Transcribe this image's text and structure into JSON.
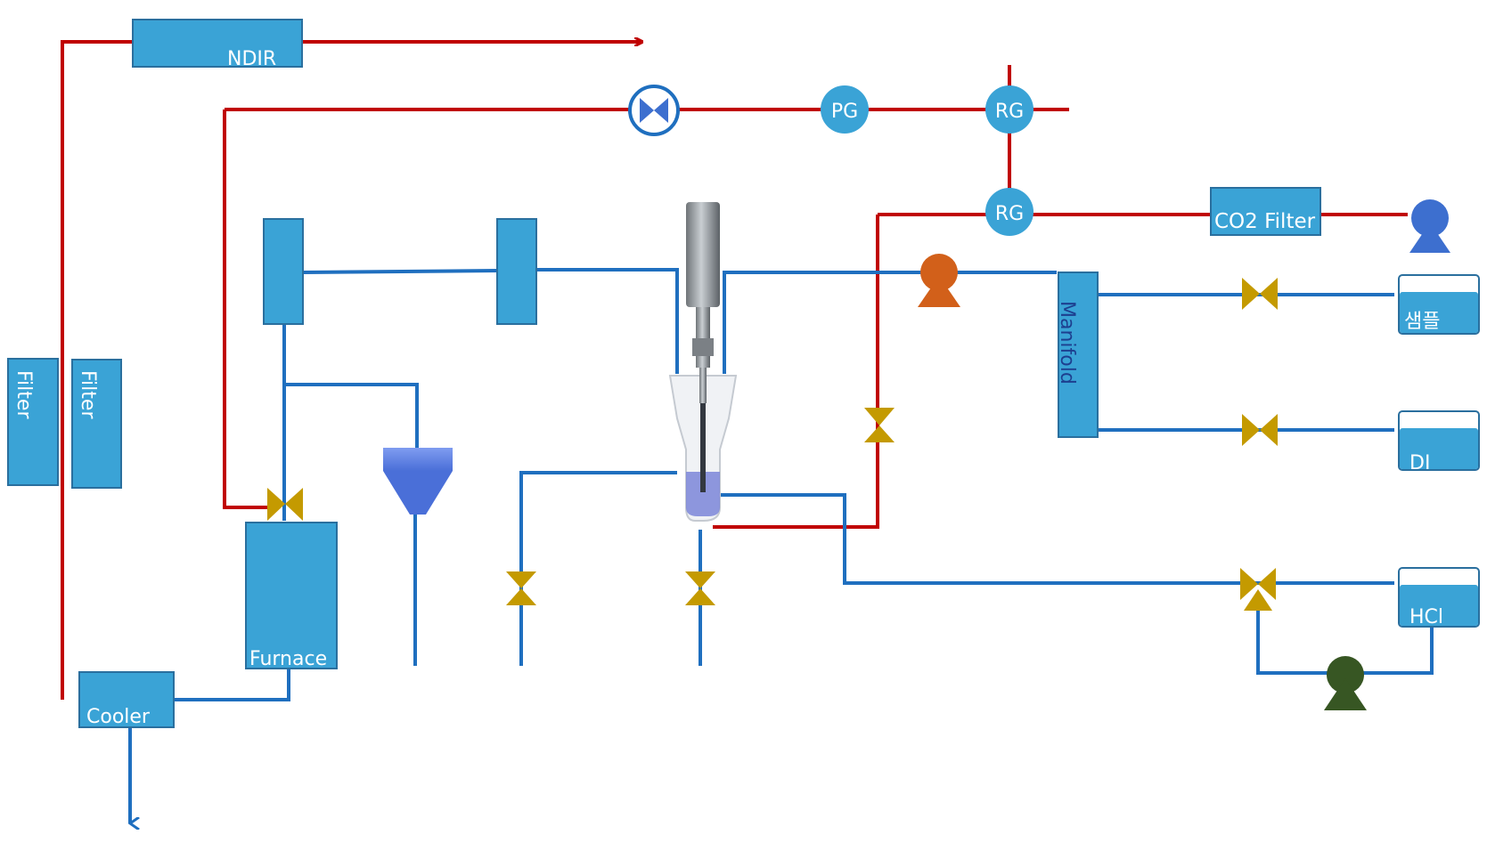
{
  "labels": {
    "ndir": "NDIR",
    "filter_1": "Filter",
    "filter_2": "Filter",
    "furnace": "Furnace",
    "cooler": "Cooler",
    "co2_filter": "CO2 Filter",
    "manifold": "Manifold",
    "pg": "PG",
    "rg_1": "RG",
    "rg_2": "RG",
    "tank_sample": "샘플",
    "tank_di": "DI",
    "tank_hcl": "HCl"
  },
  "colors": {
    "gas_line": "#c00000",
    "liquid_line": "#1f6fbf",
    "unit_fill": "#3aa3d6",
    "unit_stroke": "#2a6f9e",
    "valve": "#c49a00",
    "pump_blue": "#3d6fcf",
    "pump_orange": "#d2601a",
    "pump_green": "#375623",
    "gauge": "#3aa3d6",
    "hopper": "#6f8fe8"
  },
  "icons": {
    "gas_pump": "pump-icon",
    "sample_pump": "pump-icon",
    "recirc_pump": "pump-icon",
    "flow_meter": "flow-valve-icon",
    "reactor": "ultrasonic-probe-icon",
    "hopper": "hopper-icon",
    "valves": "valve-icon"
  }
}
